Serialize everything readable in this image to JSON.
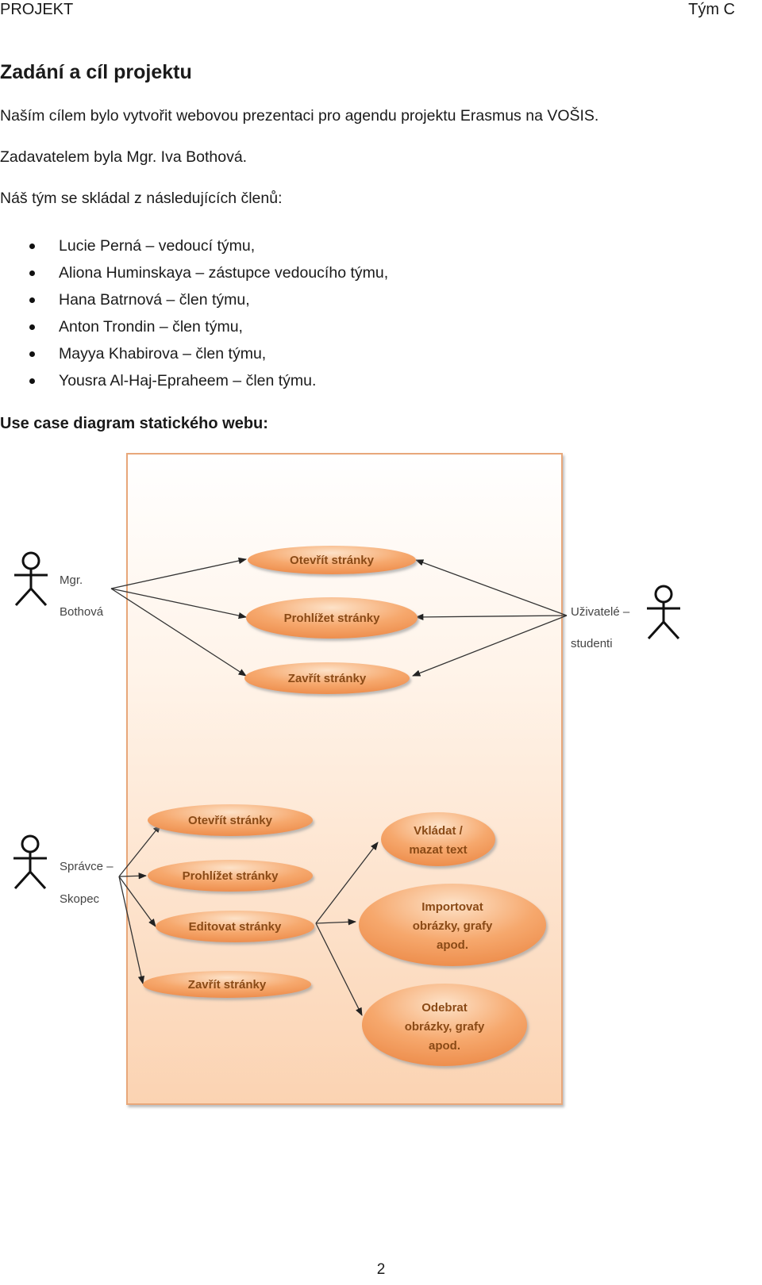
{
  "header": {
    "left": "PROJEKT",
    "right": "Tým C"
  },
  "title": "Zadání a cíl projektu",
  "paragraphs": [
    "Naším cílem bylo vytvořit webovou prezentaci pro agendu projektu Erasmus na VOŠIS.",
    "Zadavatelem  byla Mgr. Iva Bothová.",
    "Náš tým se skládal z následujících členů:"
  ],
  "members": [
    "Lucie Perná – vedoucí týmu,",
    "Aliona Huminskaya – zástupce vedoucího týmu,",
    "Hana Batrnová – člen týmu,",
    "Anton Trondin – člen týmu,",
    "Mayya Khabirova – člen týmu,",
    "Yousra Al-Haj-Epraheem – člen týmu."
  ],
  "diagram_heading": "Use case diagram statického webu:",
  "diagram": {
    "actors": {
      "mgr": [
        "Mgr.",
        "Bothová"
      ],
      "uzivatele": [
        "Uživatelé –",
        "studenti"
      ],
      "spravce": [
        "Správce –",
        "Skopec"
      ]
    },
    "usecases_top": [
      "Otevřít stránky",
      "Prohlížet stránky",
      "Zavřít stránky"
    ],
    "usecases_admin": [
      "Otevřít stránky",
      "Prohlížet stránky",
      "Editovat stránky",
      "Zavřít stránky"
    ],
    "usecases_edit": [
      [
        "Vkládat /",
        "mazat text"
      ],
      [
        "Importovat",
        "obrázky, grafy",
        "apod."
      ],
      [
        "Odebrat",
        "obrázky, grafy",
        "apod."
      ]
    ],
    "colors": {
      "ellipse_fill": "#f0955a",
      "ellipse_light": "#fbd2ad",
      "frame": "#e8a77a",
      "text": "#8a4a16"
    }
  },
  "page_number": "2"
}
